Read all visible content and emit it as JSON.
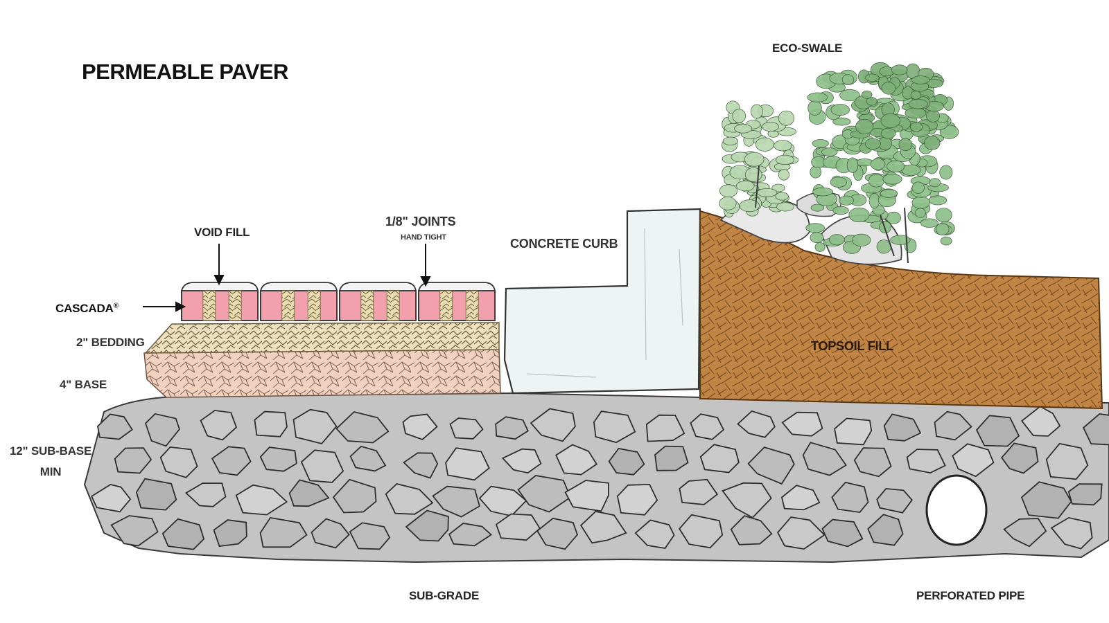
{
  "diagram": {
    "title": "PERMEABLE PAVER",
    "labels": {
      "eco_swale": "ECO-SWALE",
      "void_fill": "VOID FILL",
      "joints": "1/8\" JOINTS",
      "joints_sub": "HAND TIGHT",
      "concrete_curb": "CONCRETE CURB",
      "cascada": "CASCADA",
      "cascada_mark": "®",
      "bedding": "2\" BEDDING",
      "base": "4\" BASE",
      "sub_base_line1": "12\" SUB-BASE",
      "sub_base_line2": "MIN",
      "topsoil_fill": "TOPSOIL FILL",
      "sub_grade": "SUB-GRADE",
      "perforated_pipe": "PERFORATED PIPE"
    },
    "colors": {
      "paver": "#f2a0ab",
      "void_fill": "#e8dcb0",
      "bedding": "#ece0bf",
      "base": "#f1d1bf",
      "stone": "#bdbdbd",
      "curb": "#eef4f3",
      "topsoil": "#c08545",
      "foliage": "#8fbf8a"
    }
  }
}
